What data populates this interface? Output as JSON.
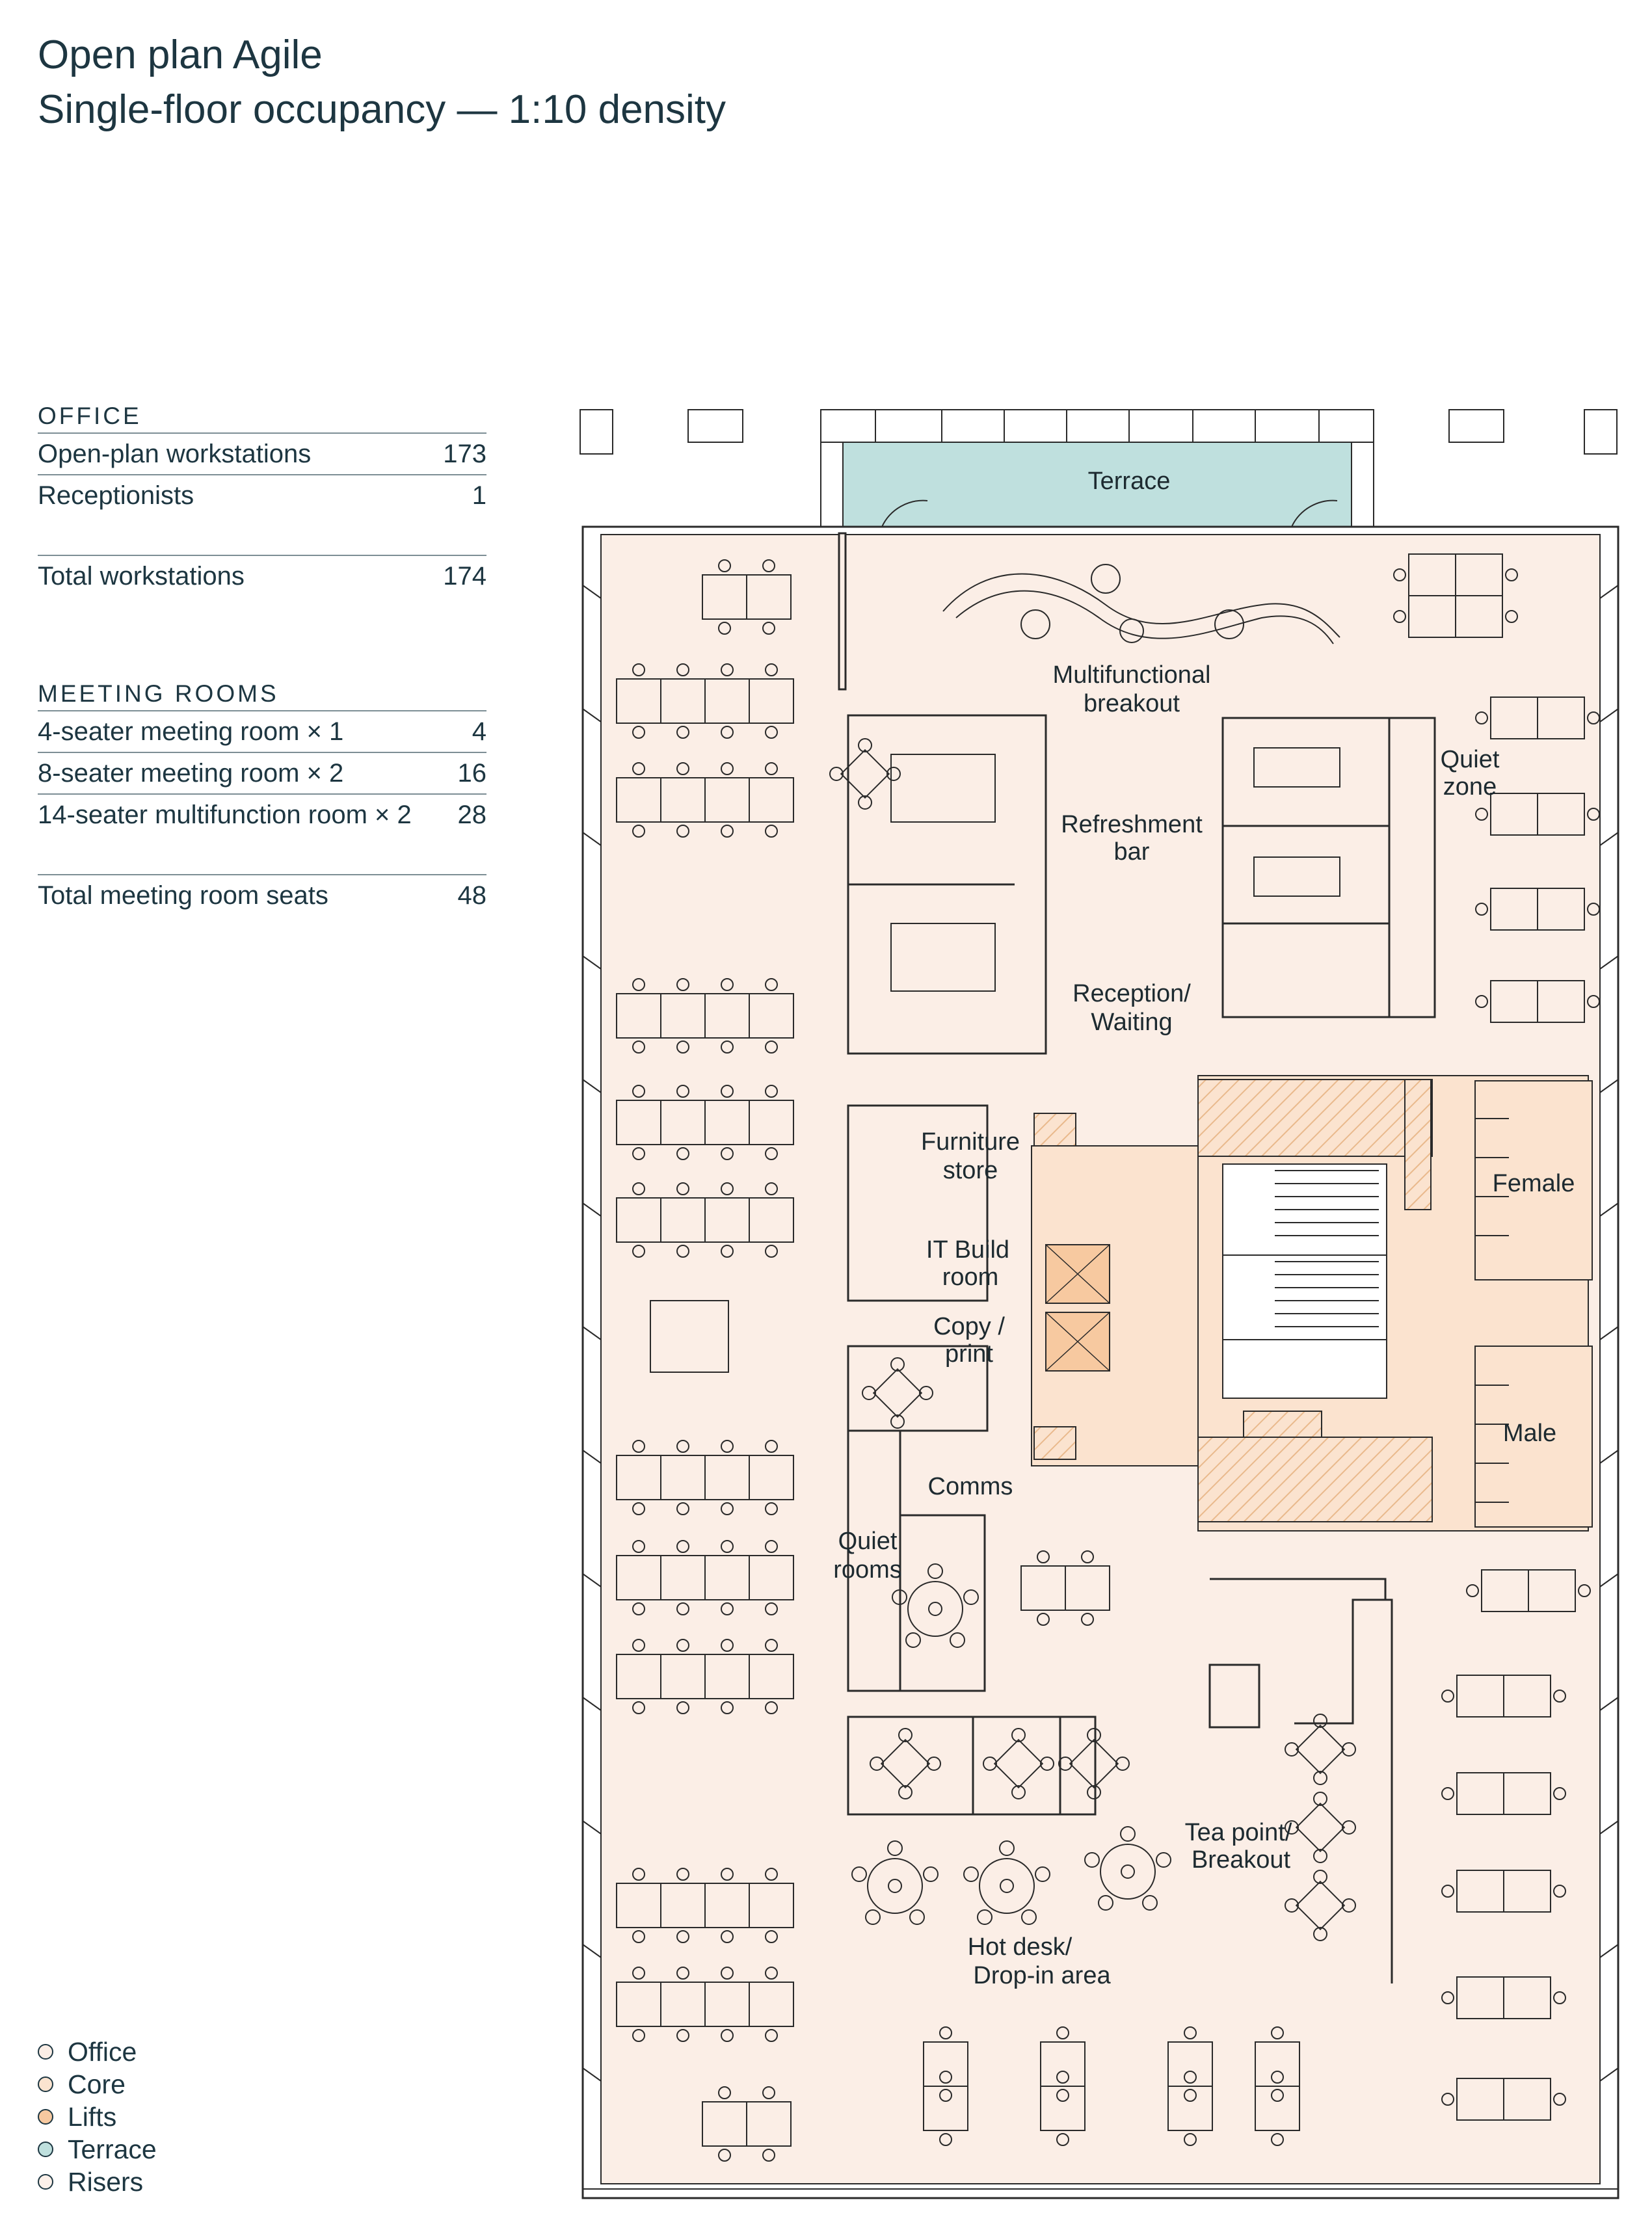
{
  "title": {
    "line1": "Open plan Agile",
    "line2": "Single-floor occupancy — 1:10 density"
  },
  "office": {
    "heading": "OFFICE",
    "rows": [
      {
        "label": "Open-plan workstations",
        "value": "173"
      },
      {
        "label": "Receptionists",
        "value": "1"
      }
    ],
    "total": {
      "label": "Total workstations",
      "value": "174"
    }
  },
  "meeting": {
    "heading": "MEETING ROOMS",
    "rows": [
      {
        "label": "4-seater meeting room × 1",
        "value": "4"
      },
      {
        "label": "8-seater meeting room × 2",
        "value": "16"
      },
      {
        "label": "14-seater multifunction room × 2",
        "value": "28"
      }
    ],
    "total": {
      "label": "Total meeting room seats",
      "value": "48"
    }
  },
  "legend": [
    {
      "label": "Office",
      "color": "#fbeee6"
    },
    {
      "label": "Core",
      "color": "#fbe3cf"
    },
    {
      "label": "Lifts",
      "color": "#f7c9a0"
    },
    {
      "label": "Terrace",
      "color": "#bfe0de"
    },
    {
      "label": "Risers",
      "color": "#fdf1ea"
    }
  ],
  "plan_labels": {
    "terrace": "Terrace",
    "breakout1": "Multifunctional",
    "breakout2": "breakout",
    "quiet_zone1": "Quiet",
    "quiet_zone2": "zone",
    "refresh1": "Refreshment",
    "refresh2": "bar",
    "reception1": "Reception/",
    "reception2": "Waiting",
    "furniture1": "Furniture",
    "furniture2": "store",
    "it1": "IT Build",
    "it2": "room",
    "copy1": "Copy /",
    "copy2": "print",
    "comms": "Comms",
    "quiet_rooms1": "Quiet",
    "quiet_rooms2": "rooms",
    "female": "Female",
    "male": "Male",
    "tea1": "Tea point/",
    "tea2": "Breakout",
    "hotdesk1": "Hot desk/",
    "hotdesk2": "Drop-in area"
  },
  "colors": {
    "office": "#fbeee6",
    "core": "#fbe3cf",
    "lifts": "#f7c9a0",
    "terrace": "#bfe0de",
    "line": "#2a2a2a"
  }
}
